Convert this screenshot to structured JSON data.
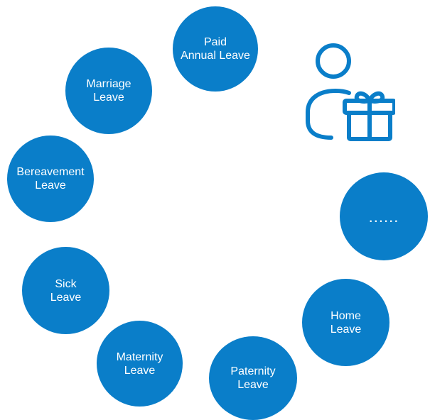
{
  "leave_types": [
    {
      "id": "paid",
      "lines": [
        "Paid",
        "Annual Leave"
      ]
    },
    {
      "id": "marriage",
      "lines": [
        "Marriage",
        "Leave"
      ]
    },
    {
      "id": "bereavement",
      "lines": [
        "Bereavement",
        "Leave"
      ]
    },
    {
      "id": "sick",
      "lines": [
        "Sick",
        "Leave"
      ]
    },
    {
      "id": "maternity",
      "lines": [
        "Maternity",
        "Leave"
      ]
    },
    {
      "id": "paternity",
      "lines": [
        "Paternity",
        "Leave"
      ]
    },
    {
      "id": "home",
      "lines": [
        "Home",
        "Leave"
      ]
    },
    {
      "id": "more",
      "lines": [
        "......"
      ]
    }
  ],
  "colors": {
    "circle_fill": "#0a7ec9",
    "circle_text": "#ffffff",
    "icon_stroke": "#0a7ec9",
    "background": "#ffffff"
  },
  "icons": {
    "center_icon": "person-with-gift-icon"
  }
}
